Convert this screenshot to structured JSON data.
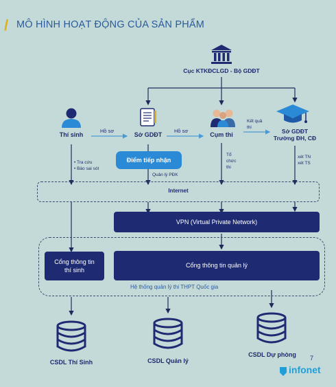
{
  "title": "MÔ HÌNH HOẠT ĐỘNG CỦA SẢN PHẨM",
  "nodes": {
    "cuc": "Cục KTKĐCLGD - Bộ GDĐT",
    "thisinh": "Thí sinh",
    "sogddt": "Sở GDĐT",
    "cumthi": "Cụm thi",
    "sogddt_truong_1": "Sở GDĐT",
    "sogddt_truong_2": "Trường ĐH, CĐ"
  },
  "flow_labels": {
    "hoso1": "Hồ sơ",
    "hoso2": "Hồ sơ",
    "ketqua_1": "Kết quả",
    "ketqua_2": "thi",
    "tracuu": "Tra cứu",
    "baosaisot": "Báo sai sót",
    "quanlypdk": "Quản lý PĐK",
    "tochuc_1": "Tổ",
    "tochuc_2": "chức",
    "tochuc_3": "thi",
    "xettn": "xét TN",
    "xetts": "xét TS"
  },
  "boxes": {
    "diemtiepnhan": "Điểm tiếp nhận",
    "internet": "Internet",
    "vpn": "VPN (Virtual Private Network)",
    "congthongtin_thisinh_1": "Cổng thông tin",
    "congthongtin_thisinh_2": "thí sinh",
    "congthongtin_quanly": "Cổng thông tin quản lý",
    "hethong": "Hệ thống quản lý thi THPT Quốc gia"
  },
  "databases": {
    "csdl_thisinh": "CSDL Thí Sinh",
    "csdl_quanly": "CSDL Quản lý",
    "csdl_duphong": "CSDL Dự phòng"
  },
  "page_number": "7",
  "logo": "infonet",
  "colors": {
    "background": "#c4dad9",
    "navy": "#1e2b72",
    "accent_blue": "#2b8ad6",
    "title_blue": "#2a5a9a",
    "arrow": "#1f2a5a",
    "slash_yellow": "#e0b020"
  }
}
